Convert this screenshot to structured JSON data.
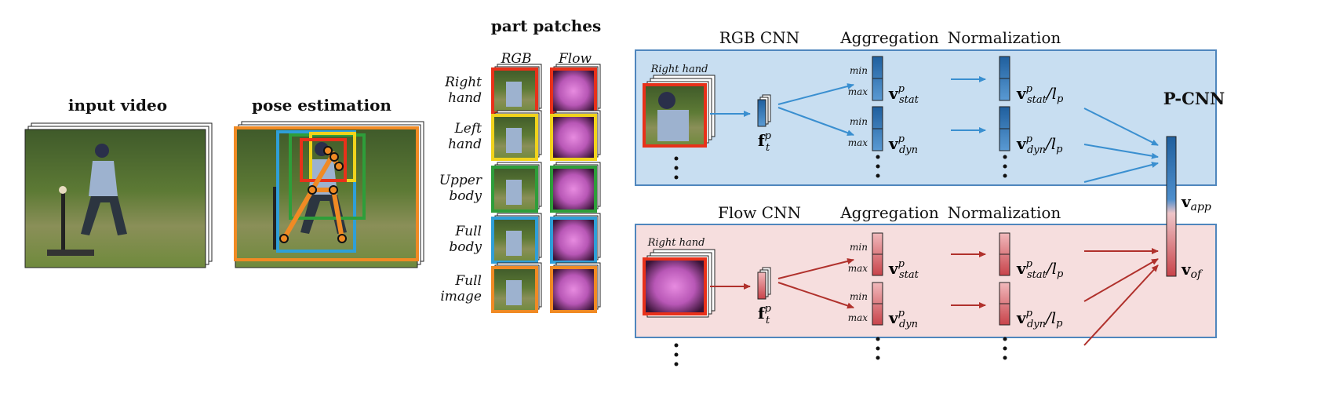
{
  "input_section": {
    "title": "input video"
  },
  "pose_section": {
    "title": "pose estimation"
  },
  "patches_section": {
    "title": "part patches",
    "col_rgb": "RGB",
    "col_flow": "Flow",
    "rows": [
      {
        "line1": "Right",
        "line2": "hand",
        "color": "#e8311a"
      },
      {
        "line1": "Left",
        "line2": "hand",
        "color": "#f1d31c"
      },
      {
        "line1": "Upper",
        "line2": "body",
        "color": "#2e9e3a"
      },
      {
        "line1": "Full",
        "line2": "body",
        "color": "#2f9fd8"
      },
      {
        "line1": "Full",
        "line2": "image",
        "color": "#f08a24"
      }
    ]
  },
  "rgb_stream": {
    "cnn_title": "RGB CNN",
    "agg_title": "Aggregation",
    "norm_title": "Normalization",
    "frame_label": "Right hand",
    "feature_sub": "t",
    "stat_sub": "stat",
    "dyn_sub": "dyn",
    "lp_sub": "p",
    "min": "min",
    "max": "max",
    "bg_color": "#c8def1",
    "bar_color": "#2f6fb0"
  },
  "flow_stream": {
    "cnn_title": "Flow CNN",
    "agg_title": "Aggregation",
    "norm_title": "Normalization",
    "frame_label": "Right hand",
    "feature_sub": "t",
    "stat_sub": "stat",
    "dyn_sub": "dyn",
    "lp_sub": "p",
    "min": "min",
    "max": "max",
    "bg_color": "#f6dede",
    "bar_color": "#c8434a"
  },
  "output": {
    "title": "P-CNN",
    "app_sub": "app",
    "of_sub": "of"
  },
  "colors": {
    "rgb_arrow": "#3a8fd0",
    "flow_arrow": "#b0312c",
    "box_border": "#4f86bd"
  }
}
